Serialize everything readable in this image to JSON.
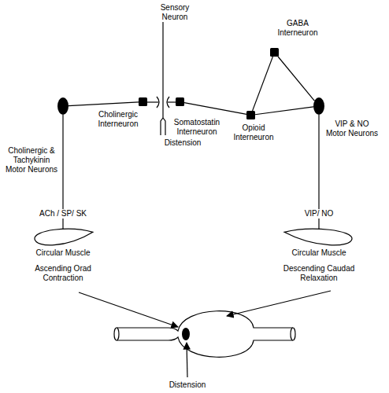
{
  "diagram": {
    "nodes": [
      {
        "text": [
          "Cholinergic & Tachykinin Motor Neurons"
        ]
      },
      {
        "text": [
          "Cholinergic Interneuron"
        ]
      },
      {
        "text": [
          "Somatostatin Interneuron"
        ]
      },
      {
        "text": [
          "GABA Interneuron"
        ]
      },
      {
        "text": [
          "Opioid Interneuron"
        ]
      },
      {
        "text": [
          "VIP & NO Motor Neurons"
        ]
      },
      {
        "text": [
          "Circular Muscle",
          "Ascending Orad Contraction"
        ]
      },
      {
        "text": [
          "Circular Muscle",
          "Descending Caudad Relaxation"
        ]
      }
    ],
    "edges": [
      {
        "from": 1,
        "to": 0,
        "arrow": "none"
      },
      {
        "from": 2,
        "to": 4,
        "arrow": "none"
      },
      {
        "from": 3,
        "to": 4,
        "arrow": "none"
      },
      {
        "from": 3,
        "to": 5,
        "arrow": "none"
      },
      {
        "from": 4,
        "to": 5,
        "arrow": "none"
      },
      {
        "from": 0,
        "to": 6,
        "label": "ACh / SP/ SK",
        "arrow": "none"
      },
      {
        "from": 5,
        "to": 7,
        "label": "VIP/ NO",
        "arrow": "none"
      }
    ],
    "labels": [
      "Sensory Neuron",
      "Distension",
      "Distension"
    ]
  }
}
